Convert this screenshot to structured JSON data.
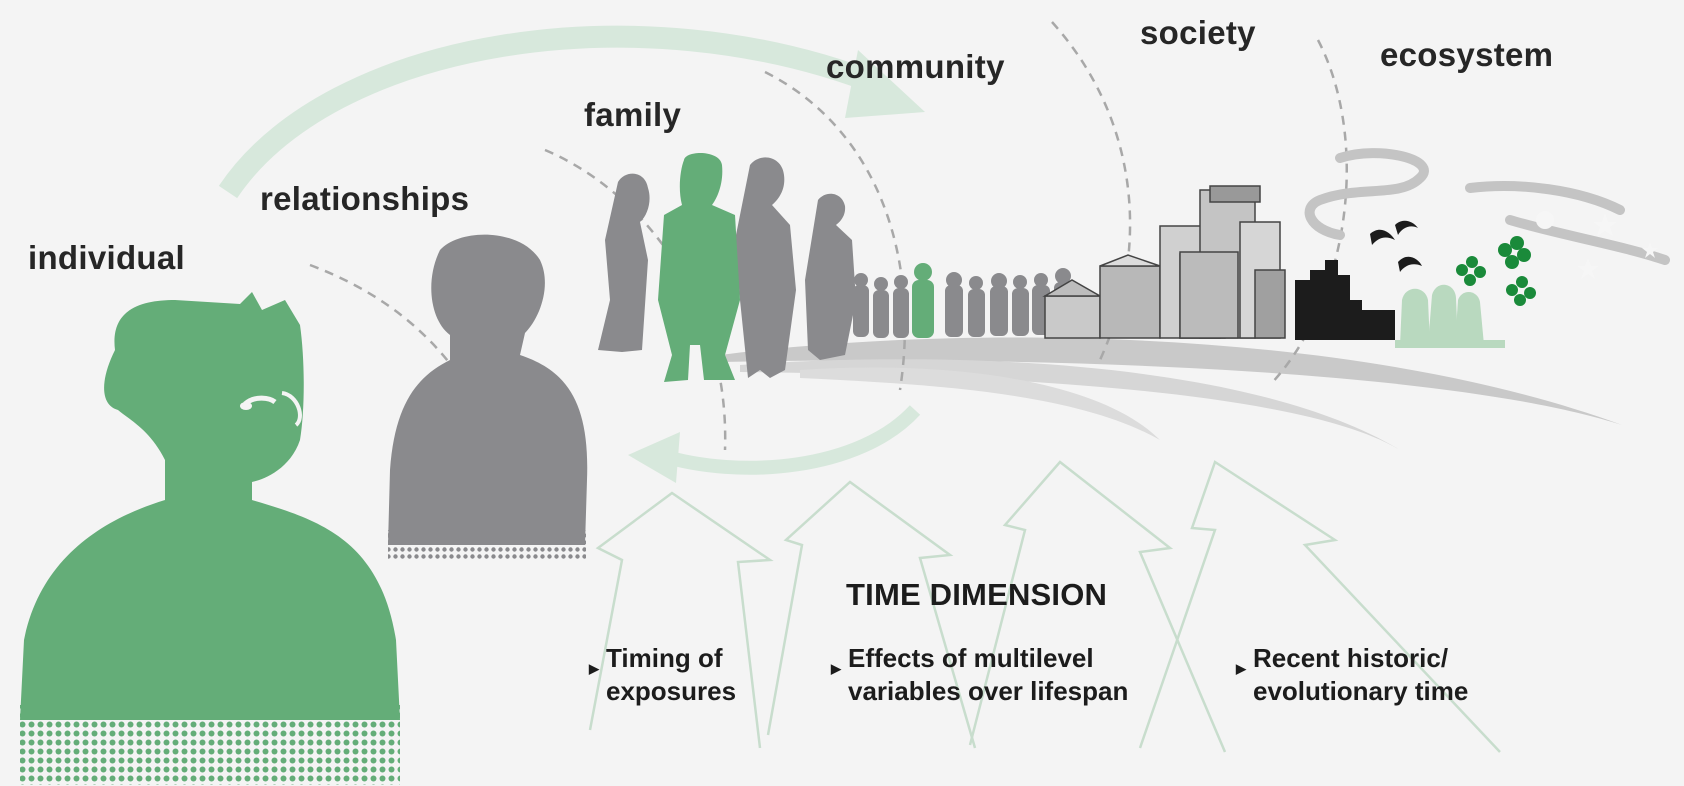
{
  "levels": {
    "individual": "individual",
    "relationships": "relationships",
    "family": "family",
    "community": "community",
    "society": "society",
    "ecosystem": "ecosystem"
  },
  "time": {
    "title": "TIME DIMENSION",
    "notes": [
      {
        "line1": "Timing of",
        "line2": "exposures"
      },
      {
        "line1": "Effects of multilevel",
        "line2": "variables over lifespan"
      },
      {
        "line1": "Recent historic/",
        "line2": "evolutionary time"
      }
    ]
  },
  "colors": {
    "green": "#64ad78",
    "gray": "#8a8a8d",
    "light_green": "#d3e6d8",
    "dark_green": "#1a8a3a",
    "background": "#f4f4f4"
  },
  "icons": [
    "person-silhouette",
    "city-buildings",
    "trees",
    "birds",
    "flowers",
    "smoke-cloud",
    "stars",
    "arrow-up",
    "curved-arrow"
  ]
}
